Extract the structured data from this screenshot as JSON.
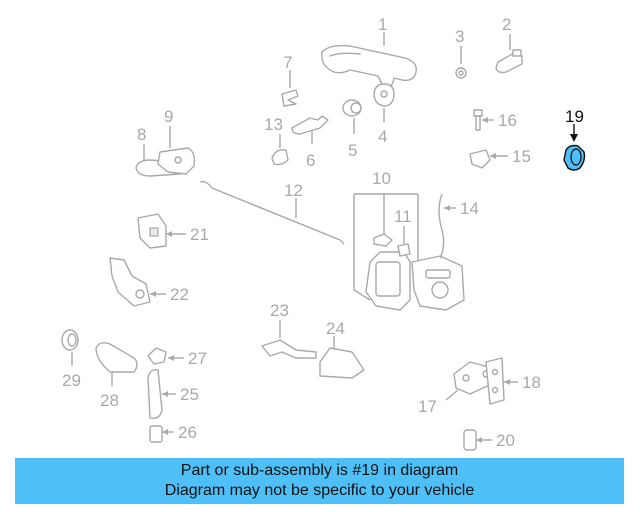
{
  "highlight": {
    "part": "19",
    "color": "#4ec0f7"
  },
  "callouts": {
    "c1": "1",
    "c2": "2",
    "c3": "3",
    "c4": "4",
    "c5": "5",
    "c6": "6",
    "c7": "7",
    "c8": "8",
    "c9": "9",
    "c10": "10",
    "c11": "11",
    "c12": "12",
    "c13": "13",
    "c14": "14",
    "c15": "15",
    "c16": "16",
    "c17": "17",
    "c18": "18",
    "c19": "19",
    "c20": "20",
    "c21": "21",
    "c22": "22",
    "c23": "23",
    "c24": "24",
    "c25": "25",
    "c26": "26",
    "c27": "27",
    "c28": "28",
    "c29": "29"
  },
  "banner": {
    "line1": "Part or sub-assembly is #19 in diagram",
    "line2": "Diagram may not be specific to your vehicle"
  }
}
